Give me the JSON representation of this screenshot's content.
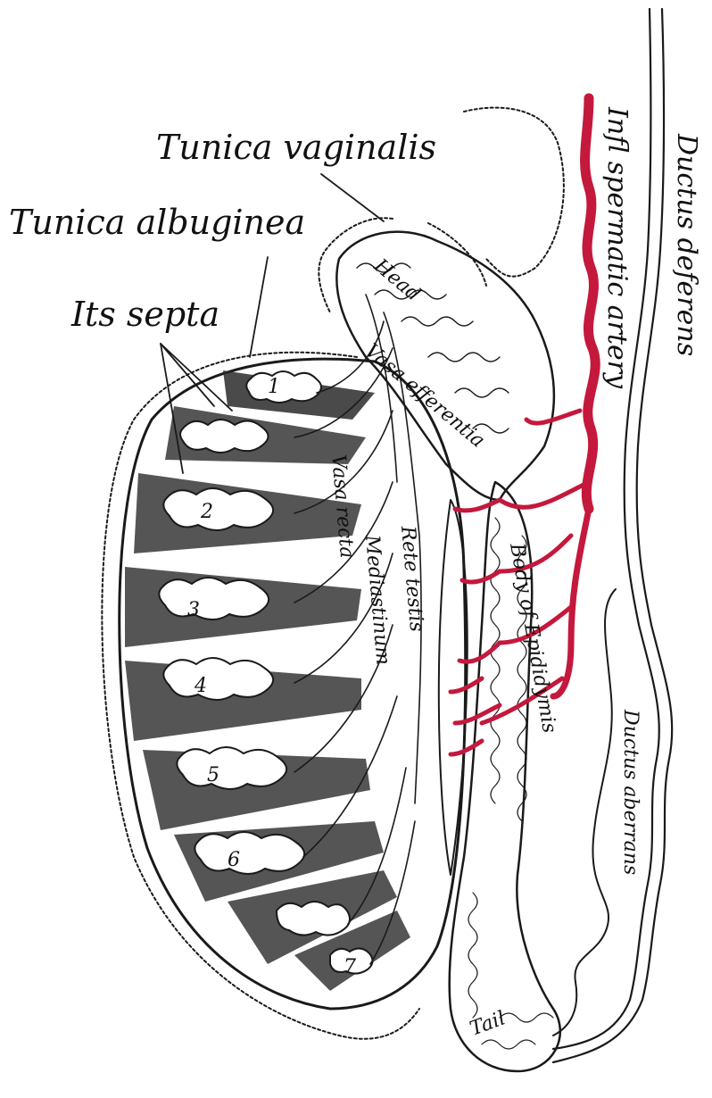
{
  "labels": {
    "tunica_vaginalis": "Tunica vaginalis",
    "tunica_albuginea": "Tunica albuginea",
    "its_septa": "Its septa",
    "inf_spermatic_artery": "Infl spermatic artery",
    "ductus_deferens": "Ductus deferens",
    "ductus_aberrans": "Ductus aberrans",
    "head": "Head",
    "vasa_efferentia": "Vasa efferentia",
    "vasa_recta": "Vasa recta",
    "mediastinum": "Mediastinum",
    "rete_testis": "Rete testis",
    "body_of_epididymis": "Body of Epididymis",
    "tail": "Tail",
    "lobule_1": "1",
    "lobule_2": "2",
    "lobule_3": "3",
    "lobule_4": "4",
    "lobule_5": "5",
    "lobule_6": "6",
    "lobule_7": "7"
  },
  "colors": {
    "artery": "#c4183c",
    "ink": "#1a1a1a",
    "septa_shadow": "#2a2a2a"
  }
}
